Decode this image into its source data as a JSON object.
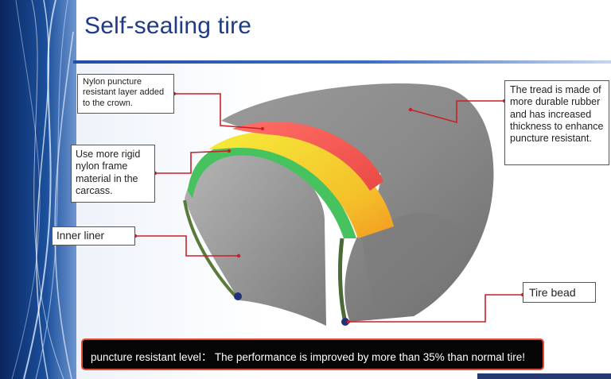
{
  "slide": {
    "title": "Self-sealing tire",
    "colors": {
      "title": "#1f3a86",
      "title_bar": "#2a5cb8",
      "left_panel": "#0d2f6e",
      "tire_gray": "#8e8e8e",
      "tread_layer": "#e8584f",
      "belt_layer": "#f2e31c",
      "carcass_layer": "#3fbf5c",
      "bead": "#20307a",
      "leader_line": "#c82026",
      "info_border": "#e14b3a"
    }
  },
  "callouts": {
    "nylon": "Nylon  puncture resistant layer added to the crown.",
    "frame": "Use more rigid nylon frame material in the carcass.",
    "liner": "Inner liner",
    "tread": "The tread is made of more durable rubber and has increased thickness to enhance  puncture resistant.",
    "bead": "Tire bead"
  },
  "info_bar": {
    "text": "puncture  resistant level： The performance is improved by more than 35% than normal tire!"
  }
}
